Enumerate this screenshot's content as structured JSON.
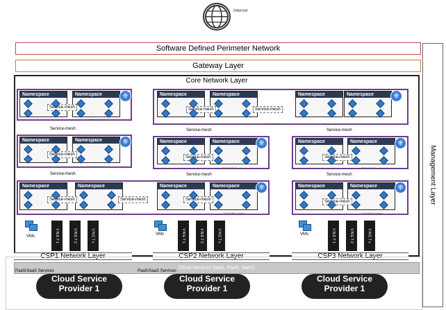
{
  "internet_label": "Internet",
  "sdp_label": "Software Defined Perimeter Network",
  "gateway_label": "Gateway Layer",
  "core_label": "Core Network Layer",
  "management_label": "Management Layer",
  "namespace_label": "Namespace",
  "service_mesh_label": "Service-mesh",
  "clusters": {
    "dt1": "DT1 K8S Cluster",
    "dt2": "DT2 K8S Cluster",
    "dt3": "DT3 K8S Cluster"
  },
  "vms_label": "VMs",
  "vnets": {
    "v1": "V N E T 1",
    "v2": "V N E T 2",
    "vx": "V N E T x"
  },
  "csp_network": {
    "csp1": "CSP1 Network Layer",
    "csp2": "CSP2 Network Layer",
    "csp3": "CSP3 Network Layer"
  },
  "cloud_services": "Cloud Services (IaaS, PaaS, SaaS)",
  "paas_services": "PaaS/SaaS Services",
  "provider_line1": "Cloud Service",
  "provider_line2": "Provider 1"
}
